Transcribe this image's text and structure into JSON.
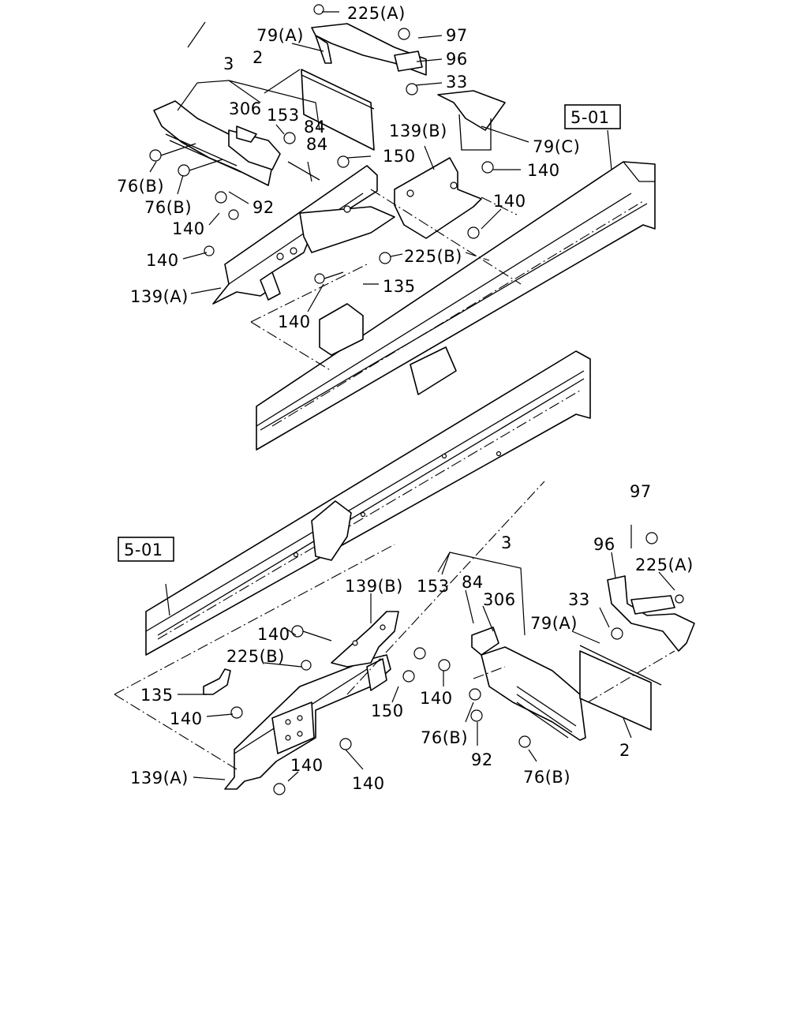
{
  "upper_view": {
    "labels": {
      "l_225A": "225(A)",
      "l_79A": "79(A)",
      "l_97": "97",
      "l_2": "2",
      "l_96": "96",
      "l_3": "3",
      "l_33": "33",
      "l_306": "306",
      "l_153": "153",
      "l_84a": "84",
      "l_84b": "84",
      "l_139B": "139(B)",
      "l_79C": "79(C)",
      "l_150": "150",
      "l_76Ba": "76(B)",
      "l_76Bb": "76(B)",
      "l_140a": "140",
      "l_140b": "140",
      "l_92": "92",
      "l_140c": "140",
      "l_140d": "140",
      "l_225B": "225(B)",
      "l_135": "135",
      "l_139A": "139(A)",
      "l_140e": "140"
    },
    "reference": "5-01"
  },
  "lower_view": {
    "labels": {
      "l_97": "97",
      "l_96": "96",
      "l_225A": "225(A)",
      "l_3": "3",
      "l_139B": "139(B)",
      "l_153": "153",
      "l_84": "84",
      "l_306": "306",
      "l_33": "33",
      "l_79A": "79(A)",
      "l_140a": "140",
      "l_225B": "225(B)",
      "l_140b": "140",
      "l_135": "135",
      "l_150": "150",
      "l_140c": "140",
      "l_76Ba": "76(B)",
      "l_92": "92",
      "l_2": "2",
      "l_140d": "140",
      "l_139A": "139(A)",
      "l_140e": "140",
      "l_76Bb": "76(B)"
    },
    "reference": "5-01"
  }
}
